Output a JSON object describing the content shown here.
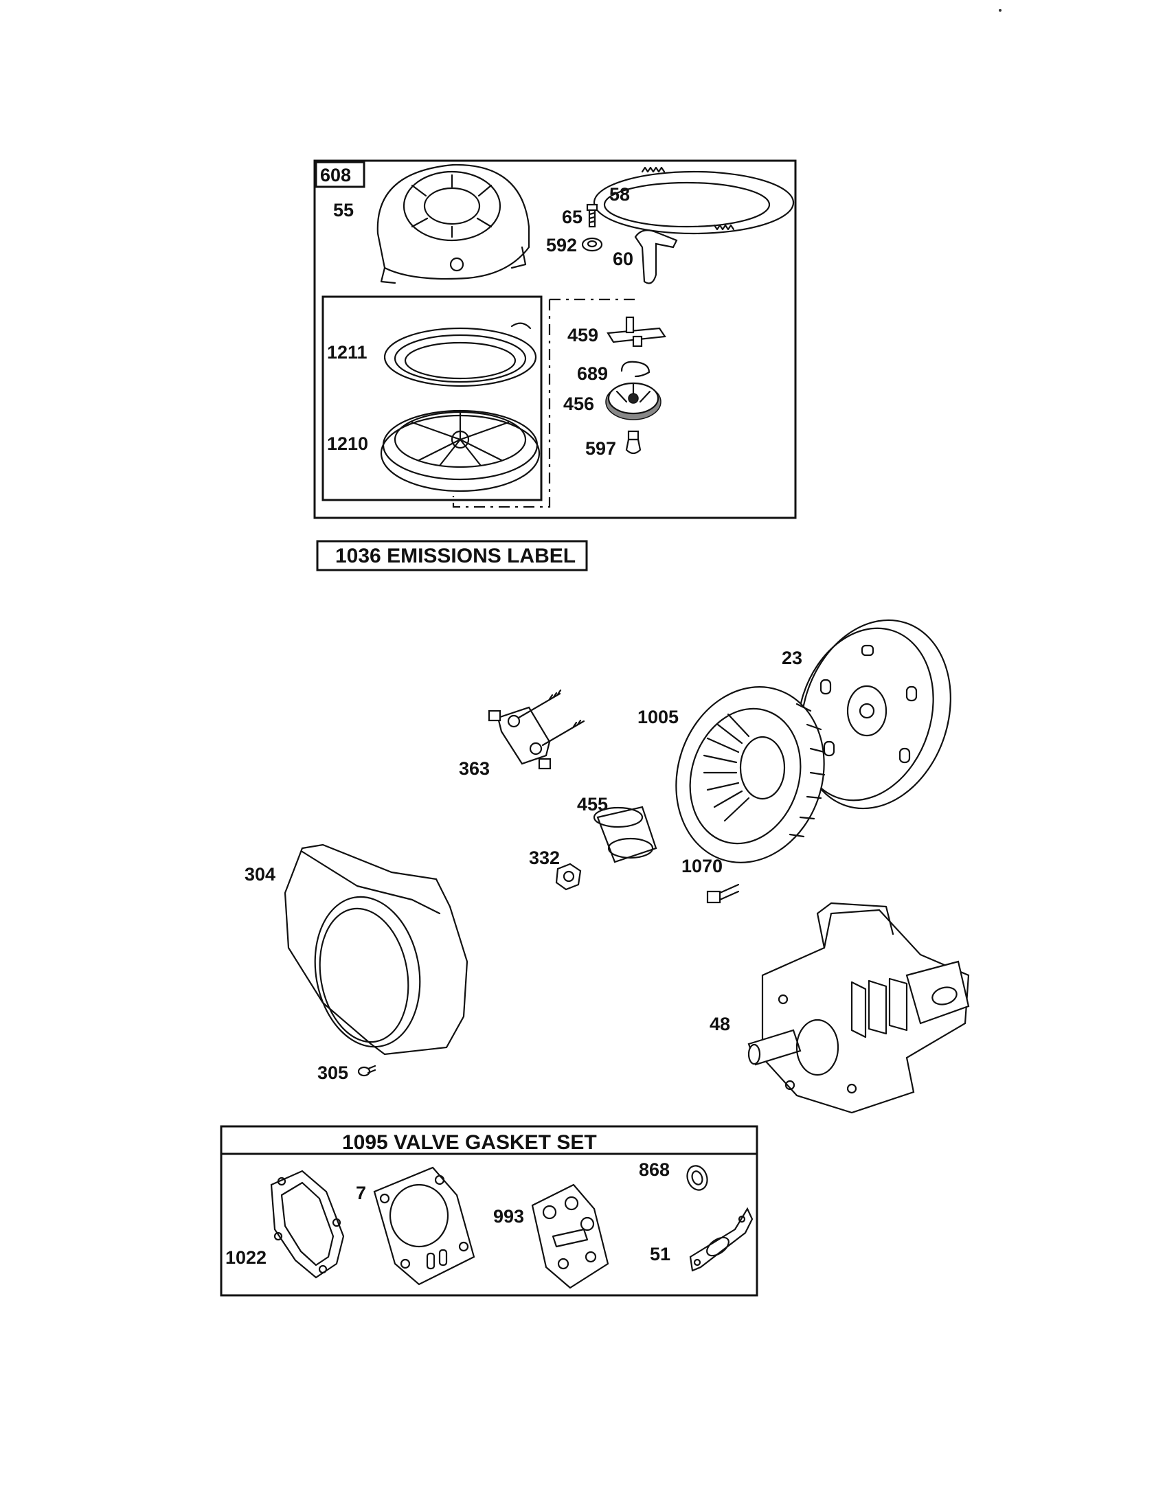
{
  "labels": {
    "p608": "608",
    "p55": "55",
    "p58": "58",
    "p65": "65",
    "p592": "592",
    "p60": "60",
    "p1211": "1211",
    "p1210": "1210",
    "p459": "459",
    "p689": "689",
    "p456": "456",
    "p597": "597",
    "p23": "23",
    "p1005": "1005",
    "p363": "363",
    "p455": "455",
    "p332": "332",
    "p1070": "1070",
    "p304": "304",
    "p305": "305",
    "p48": "48",
    "p7": "7",
    "p993": "993",
    "p868": "868",
    "p1022": "1022",
    "p51": "51"
  },
  "titles": {
    "emissions_label": "1036 EMISSIONS LABEL",
    "valve_gasket_set": "1095 VALVE GASKET SET"
  }
}
